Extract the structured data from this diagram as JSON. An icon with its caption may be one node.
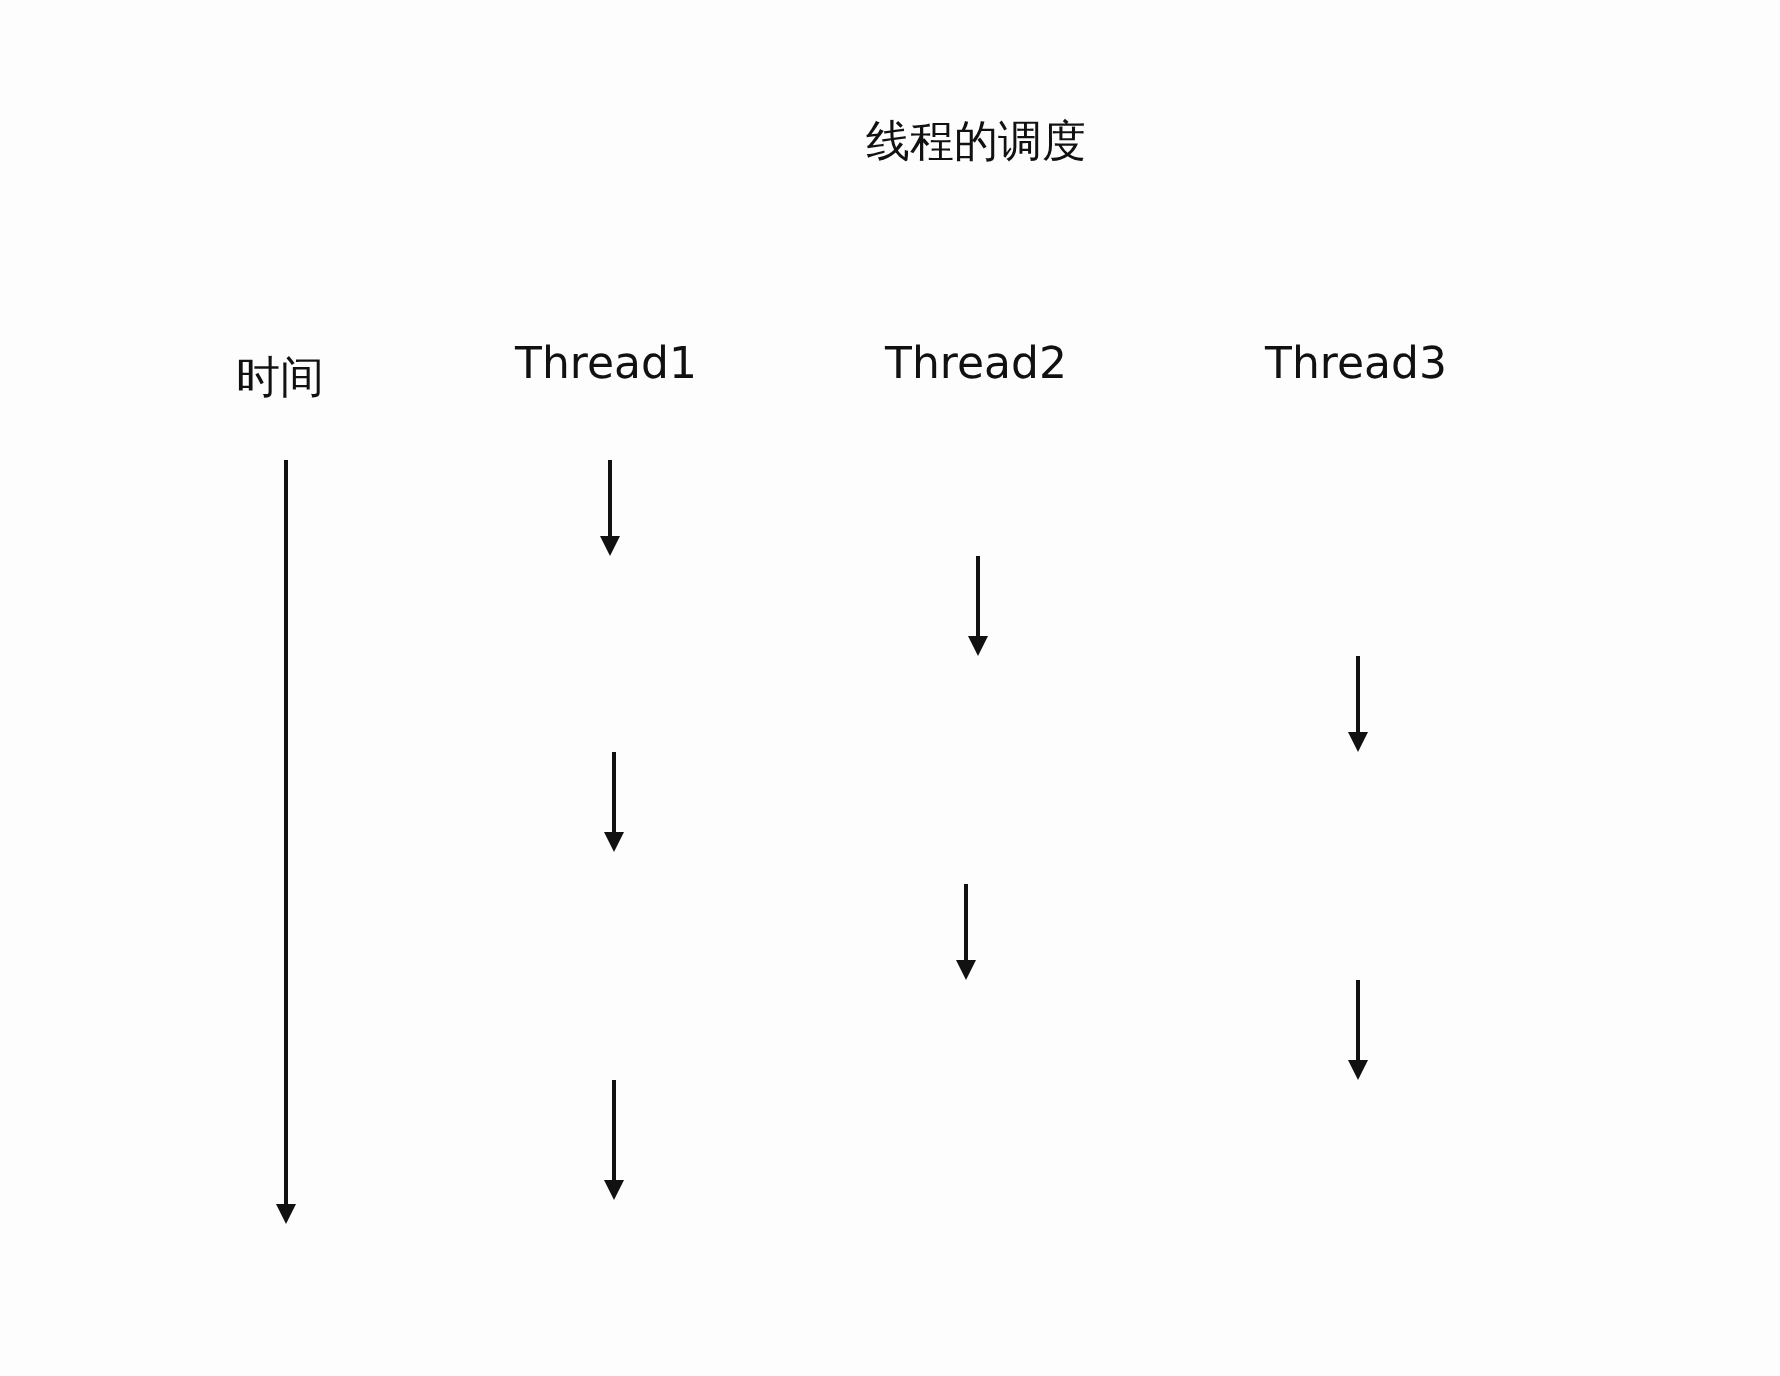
{
  "diagram": {
    "title": "线程的调度",
    "labels": [
      "时间",
      "Thread1",
      "Thread2",
      "Thread3"
    ]
  }
}
